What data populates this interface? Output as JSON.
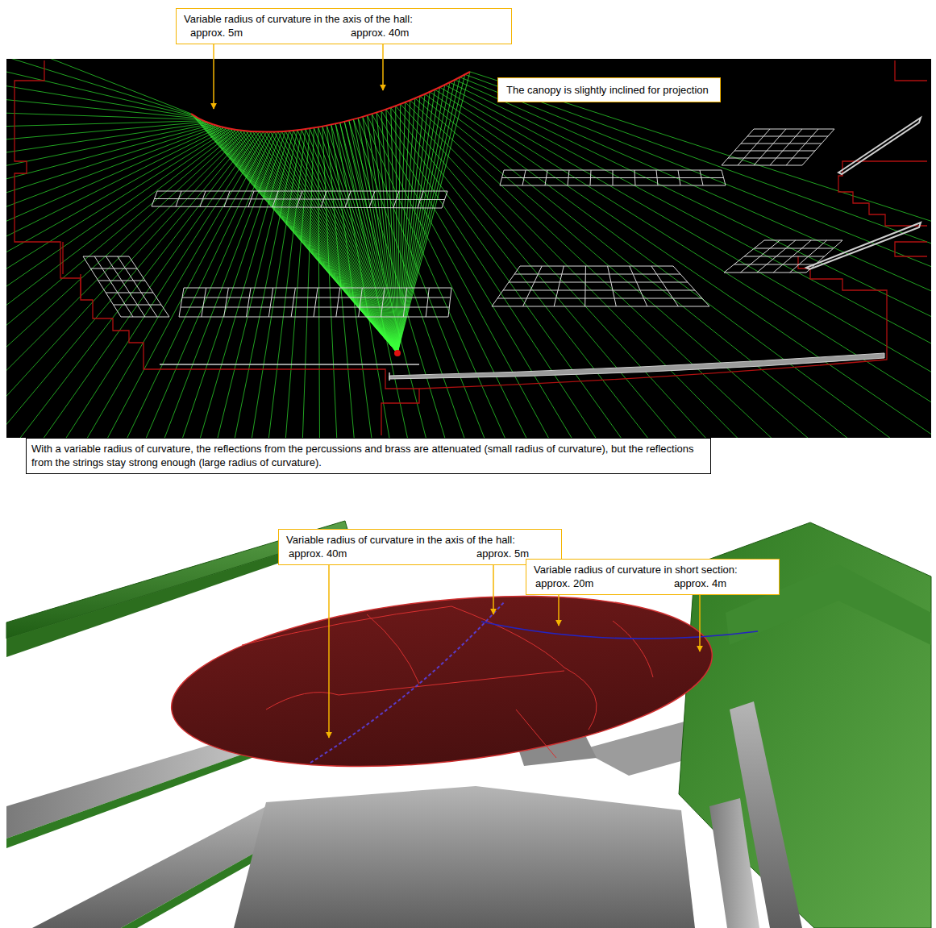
{
  "diagram": {
    "nodes": [
      {
        "text": [
          "Variable radius of curvature in the axis of the hall:",
          "approx. 5m",
          "approx. 40m"
        ]
      },
      {
        "text": [
          "The canopy is slightly inclined for projection"
        ]
      },
      {
        "text": [
          "With a variable radius of curvature, the reflections from the percussions and brass are attenuated (small radius of curvature), but the reflections from the strings stay strong enough (large radius of curvature)."
        ]
      },
      {
        "text": [
          "Variable radius of curvature in the axis of the hall:",
          "approx. 40m",
          "approx. 5m"
        ]
      },
      {
        "text": [
          "Variable radius of curvature in short section:",
          "approx. 20m",
          "approx. 4m"
        ]
      }
    ]
  }
}
